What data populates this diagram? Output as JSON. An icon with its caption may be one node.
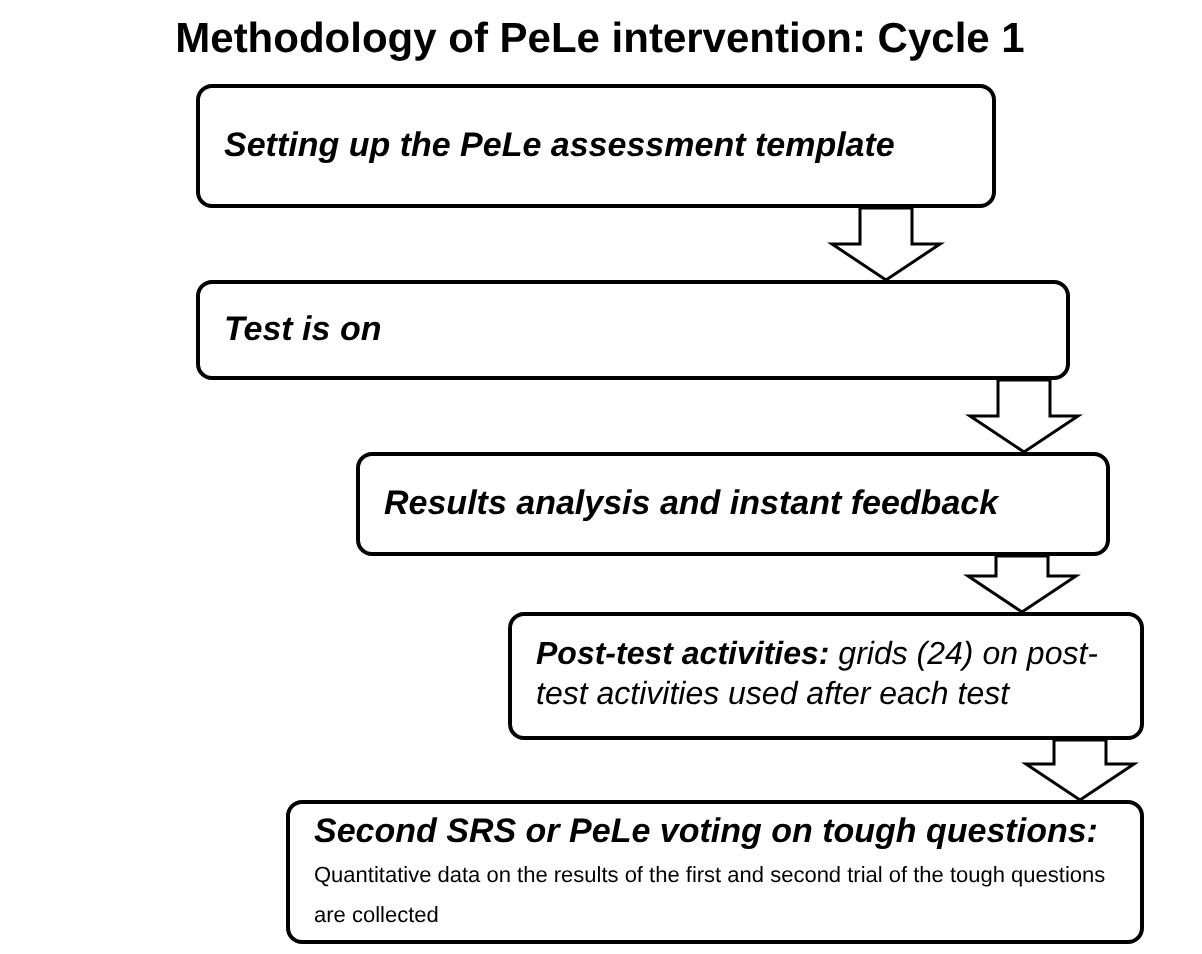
{
  "diagram": {
    "title": "Methodology of PeLe intervention: Cycle 1",
    "nodes": [
      {
        "text": [
          "Setting up the PeLe assessment template"
        ]
      },
      {
        "text": [
          "Test is on"
        ]
      },
      {
        "text": [
          "Results analysis and instant feedback"
        ]
      },
      {
        "text": [
          "**Post-test activities:** grids (24) on post-test activities used after each test"
        ]
      },
      {
        "text": [
          "Second SRS or PeLe voting on tough questions:",
          "Quantitative data on the results of the first and second trial of the tough questions are collected"
        ]
      }
    ],
    "edges": [
      {
        "from": 0,
        "to": 1,
        "arrow": "to"
      },
      {
        "from": 1,
        "to": 2,
        "arrow": "to"
      },
      {
        "from": 2,
        "to": 3,
        "arrow": "to"
      },
      {
        "from": 3,
        "to": 4,
        "arrow": "to"
      }
    ]
  }
}
